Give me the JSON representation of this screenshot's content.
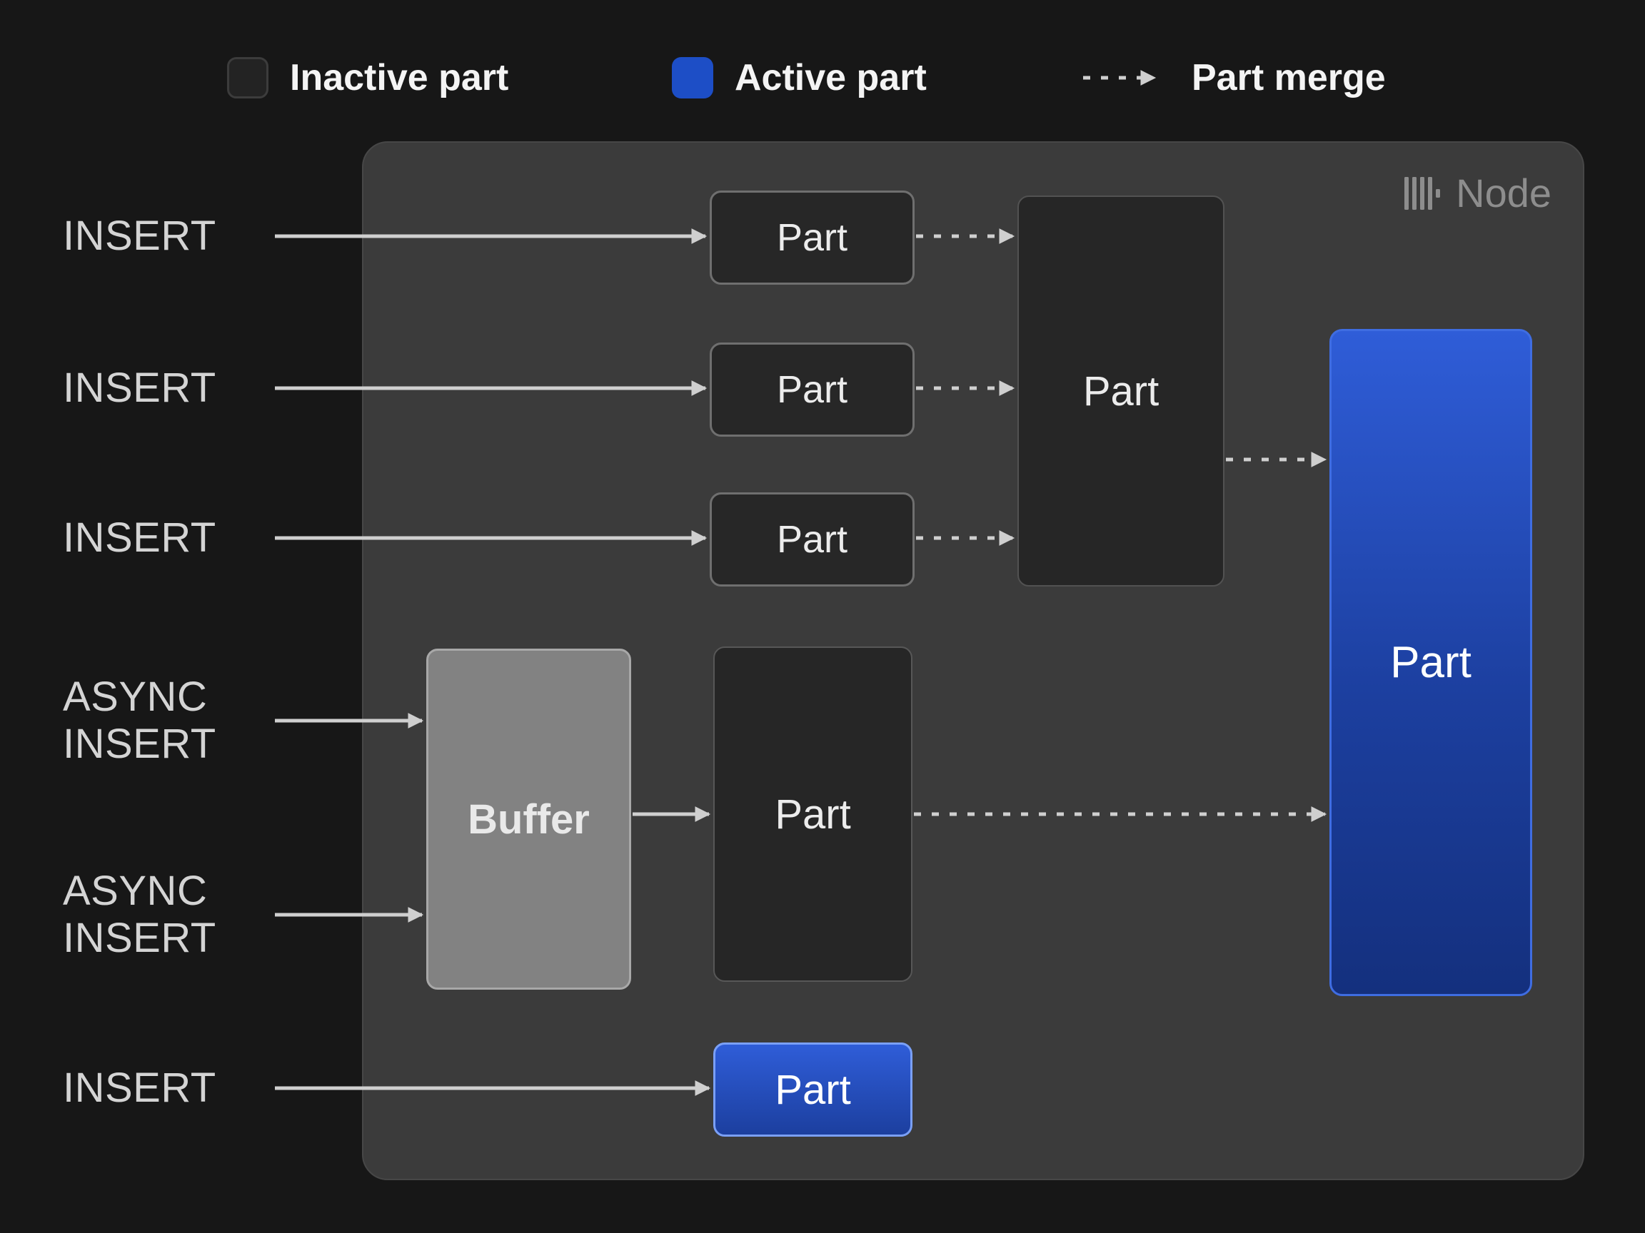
{
  "legend": {
    "items": [
      {
        "swatch": "inactive",
        "label": "Inactive part"
      },
      {
        "swatch": "active",
        "label": "Active part"
      },
      {
        "swatch": "merge-arrow",
        "label": "Part merge"
      }
    ]
  },
  "node": {
    "title": "Node",
    "icon": "clickhouse-bars-icon"
  },
  "inserts": [
    {
      "label": "INSERT"
    },
    {
      "label": "INSERT"
    },
    {
      "label": "INSERT"
    },
    {
      "label": "ASYNC INSERT"
    },
    {
      "label": "ASYNC INSERT"
    },
    {
      "label": "INSERT"
    }
  ],
  "boxes": {
    "small_parts": [
      {
        "label": "Part",
        "state": "inactive"
      },
      {
        "label": "Part",
        "state": "inactive"
      },
      {
        "label": "Part",
        "state": "inactive"
      }
    ],
    "merged_part": {
      "label": "Part",
      "state": "inactive"
    },
    "buffer": {
      "label": "Buffer"
    },
    "buffer_part": {
      "label": "Part",
      "state": "inactive"
    },
    "active_part_large": {
      "label": "Part",
      "state": "active"
    },
    "active_part_small": {
      "label": "Part",
      "state": "active"
    }
  },
  "colors": {
    "background": "#171717",
    "node_fill": "#3b3b3b",
    "inactive_part_fill": "#272727",
    "active_blue": "#1d4ec6",
    "active_gradient_top": "#2f5dd8",
    "active_gradient_bottom": "#14307e",
    "buffer_fill": "#828282",
    "arrow": "#cfcfcf",
    "text_light": "#ececec",
    "node_label_gray": "#8d8d8d"
  }
}
